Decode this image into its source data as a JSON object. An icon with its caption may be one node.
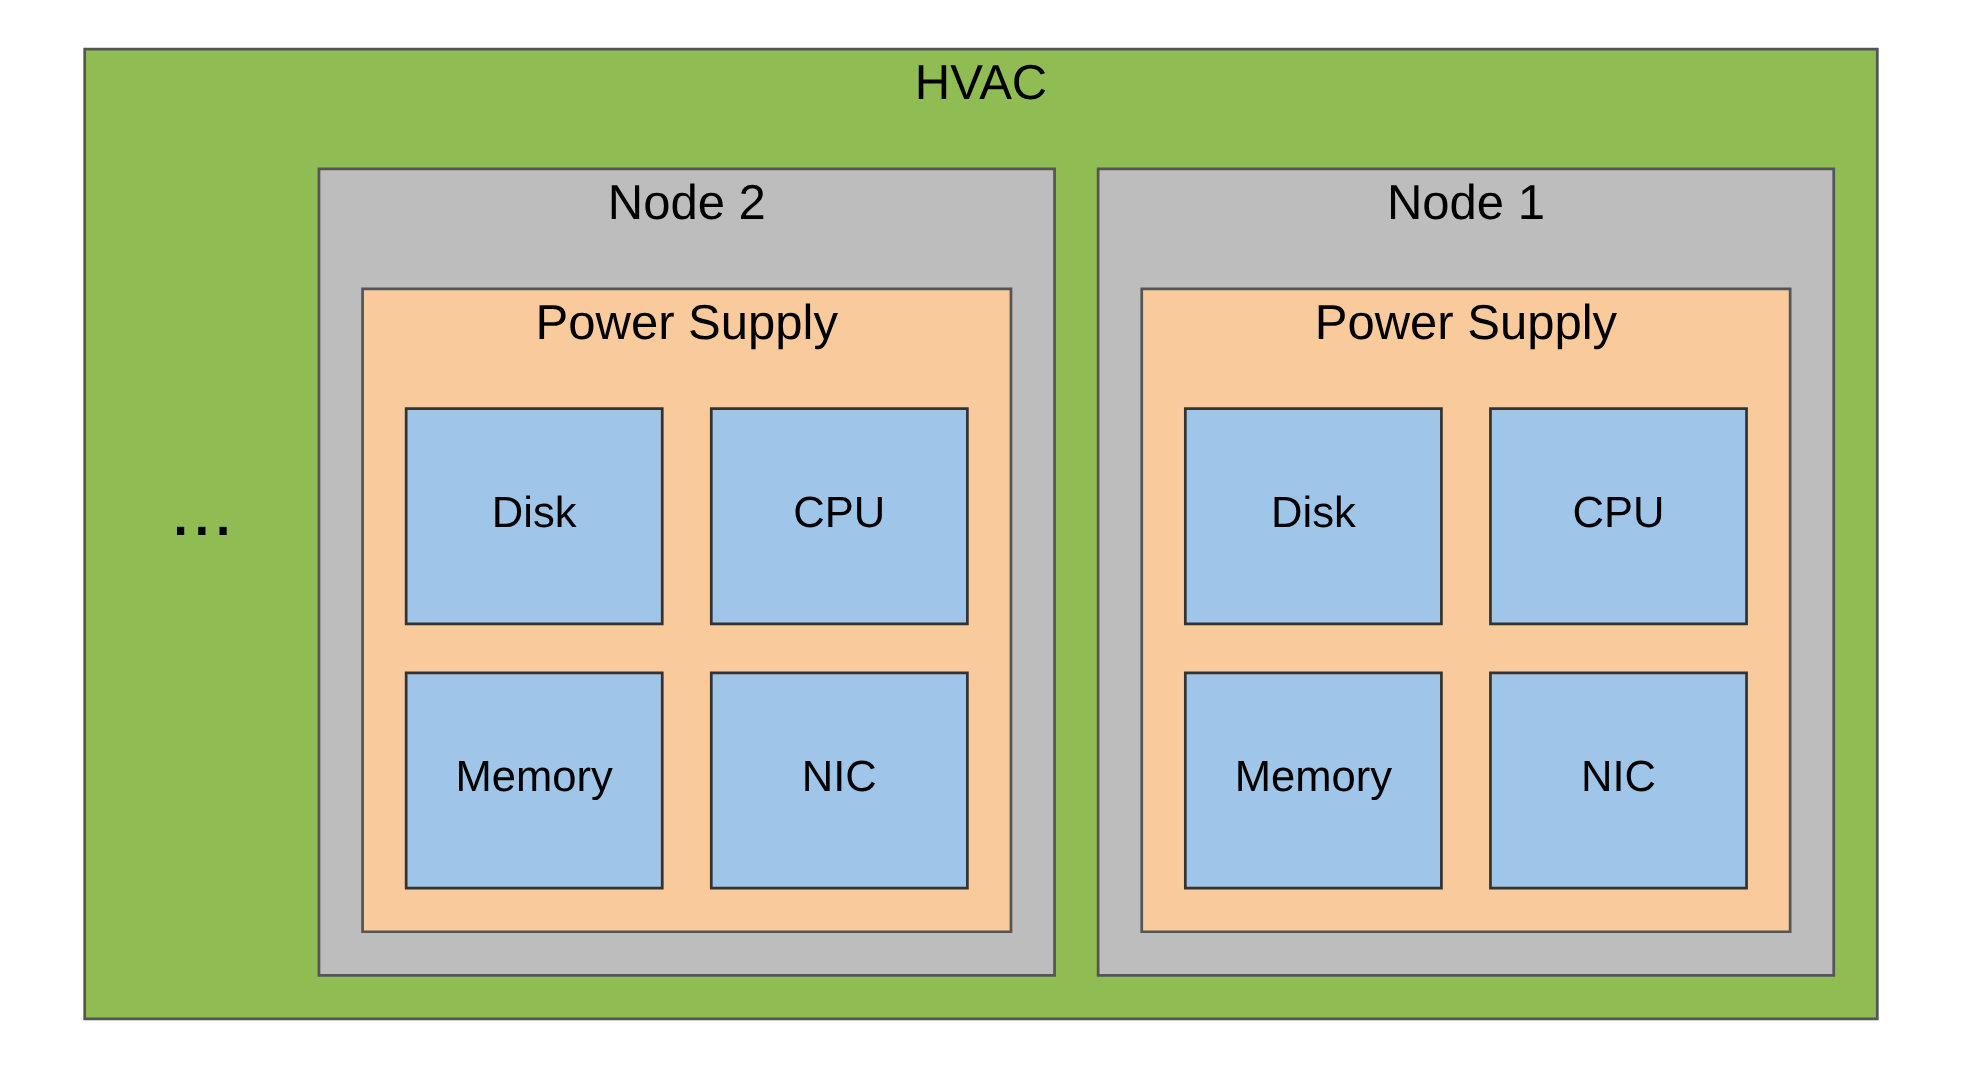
{
  "diagram": {
    "nodes": [
      {
        "text": [
          "HVAC"
        ]
      },
      {
        "text": [
          "Node 1"
        ],
        "in": 0
      },
      {
        "text": [
          "Power Supply"
        ],
        "in": 1
      },
      {
        "text": [
          "CPU"
        ],
        "in": 2
      },
      {
        "text": [
          "Disk"
        ],
        "in": 2
      },
      {
        "text": [
          "NIC"
        ],
        "in": 2
      },
      {
        "text": [
          "Memory"
        ],
        "in": 2
      },
      {
        "text": [
          "Node 2"
        ],
        "in": 0
      },
      {
        "text": [
          "Power Supply"
        ],
        "in": 7
      },
      {
        "text": [
          "CPU"
        ],
        "in": 8
      },
      {
        "text": [
          "Disk"
        ],
        "in": 8
      },
      {
        "text": [
          "NIC"
        ],
        "in": 8
      },
      {
        "text": [
          "Memory"
        ],
        "in": 8
      }
    ],
    "edges": [],
    "labels": [
      "..."
    ]
  }
}
